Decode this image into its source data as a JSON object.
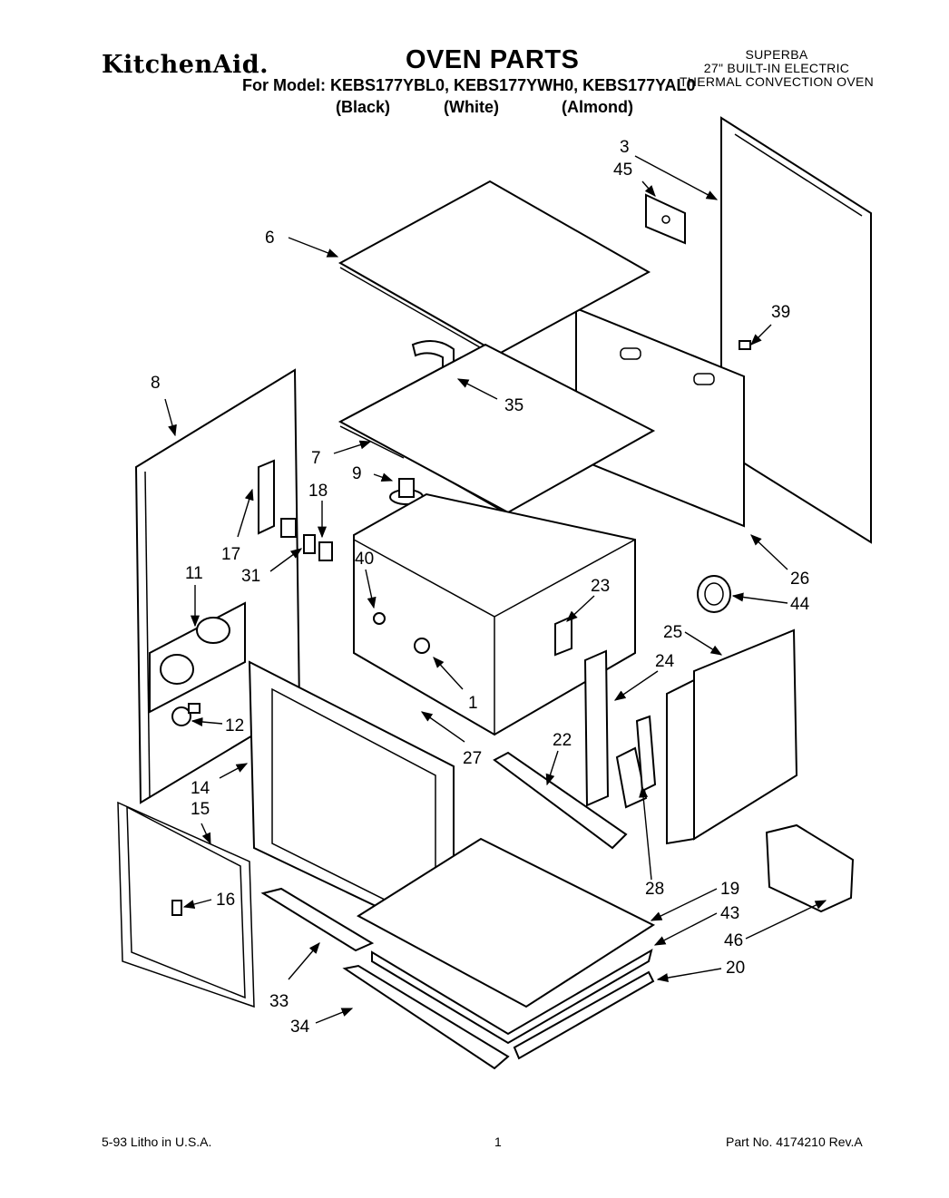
{
  "header": {
    "brand": "KitchenAid.",
    "title": "OVEN PARTS",
    "model_line": "For Model: KEBS177YBL0, KEBS177YWH0, KEBS177YAL0",
    "colors": [
      "(Black)",
      "(White)",
      "(Almond)"
    ],
    "description": [
      "SUPERBA",
      "27\" BUILT-IN ELECTRIC",
      "THERMAL CONVECTION OVEN"
    ]
  },
  "callouts": [
    "1",
    "3",
    "6",
    "7",
    "8",
    "9",
    "11",
    "12",
    "14",
    "15",
    "16",
    "17",
    "18",
    "19",
    "20",
    "22",
    "23",
    "24",
    "25",
    "26",
    "27",
    "28",
    "31",
    "33",
    "34",
    "35",
    "39",
    "40",
    "43",
    "44",
    "45",
    "46"
  ],
  "footer": {
    "date_litho": "5-93  Litho in U.S.A.",
    "page_number": "1",
    "part_number": "Part No. 4174210 Rev.A"
  }
}
